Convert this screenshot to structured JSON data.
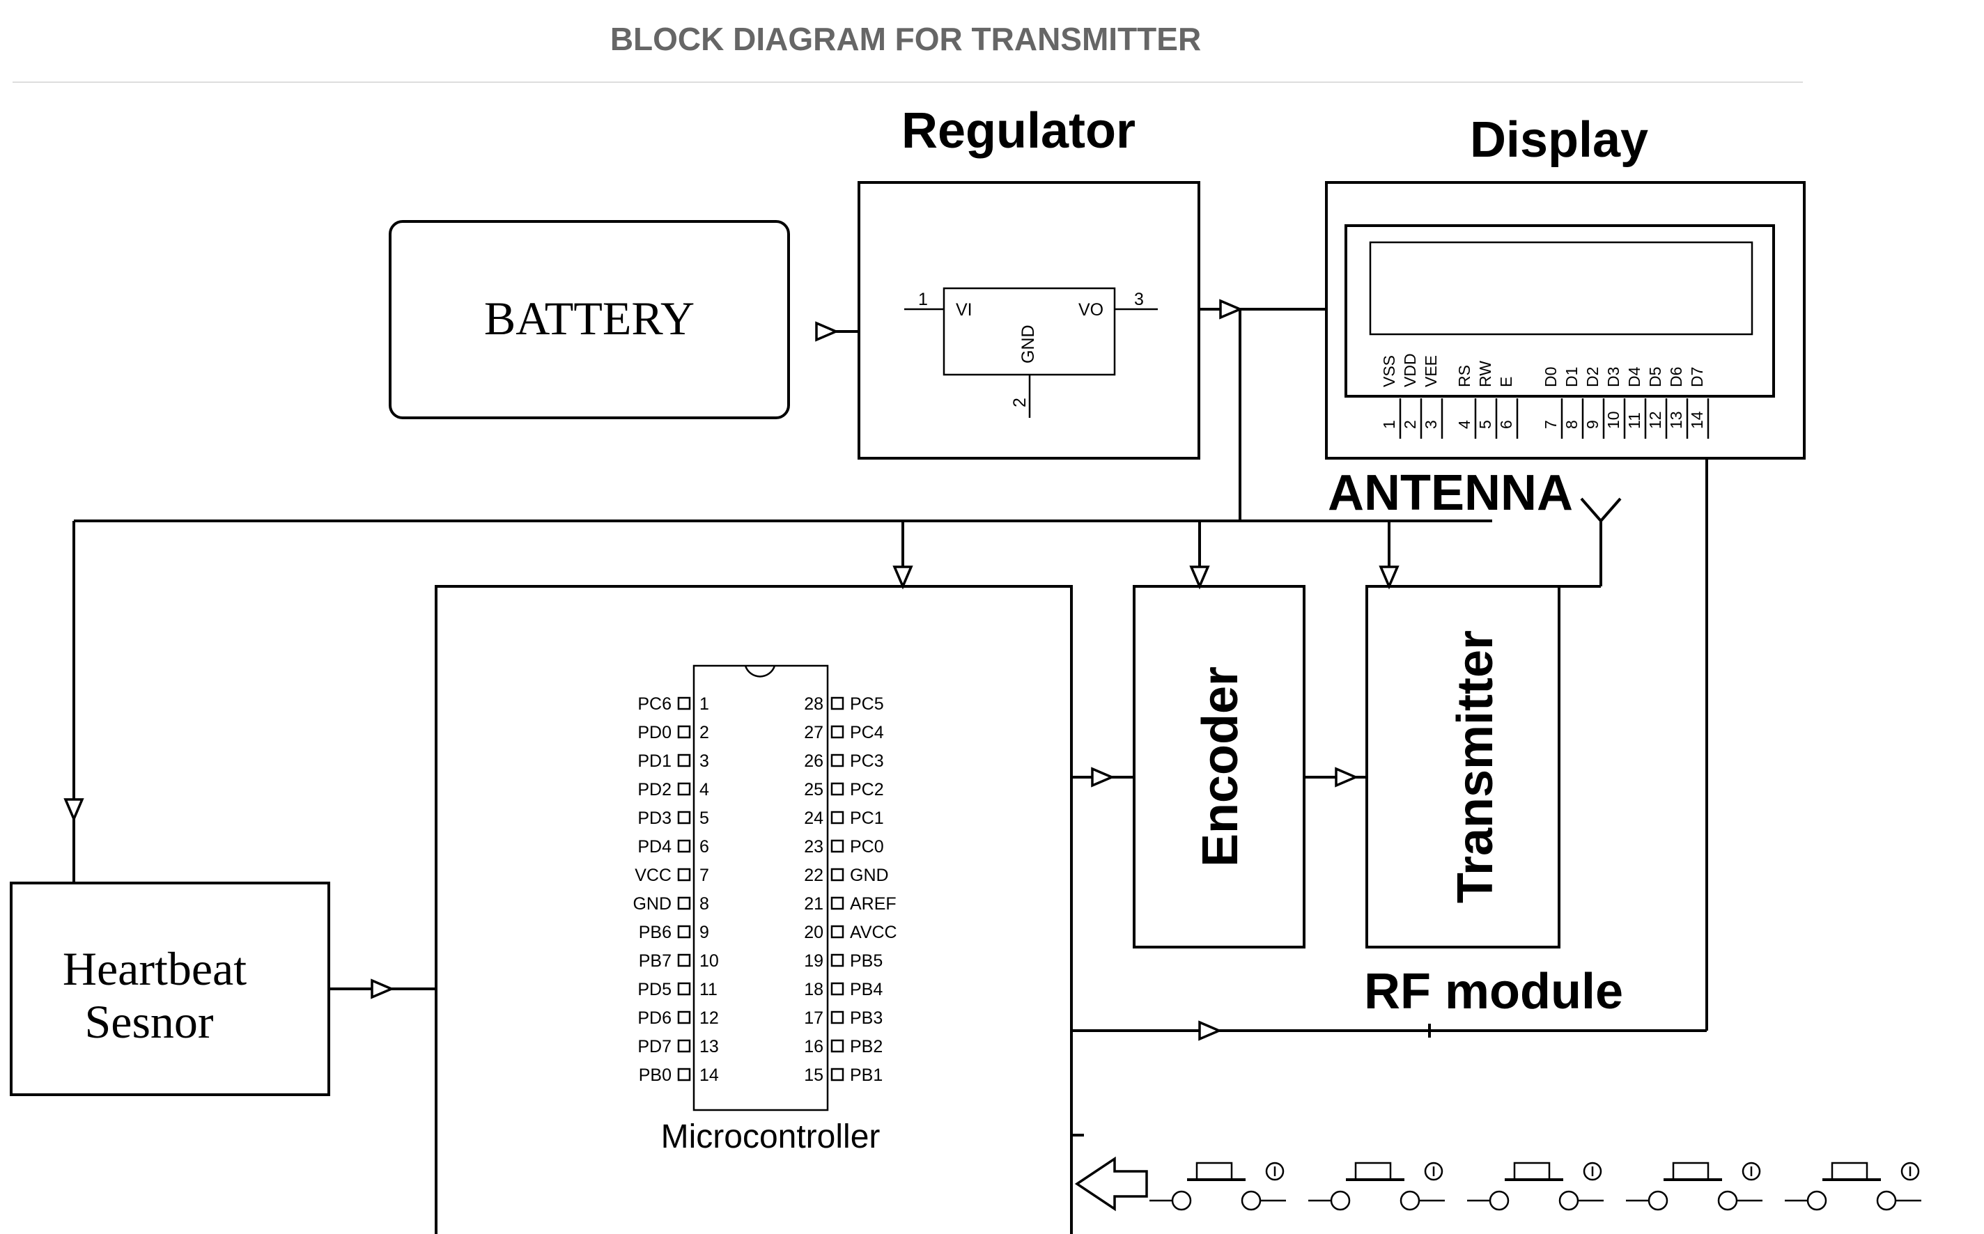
{
  "page_title": "BLOCK DIAGRAM FOR TRANSMITTER",
  "blocks": {
    "battery": "BATTERY",
    "regulator_title": "Regulator",
    "display_title": "Display",
    "antenna": "ANTENNA",
    "encoder": "Encoder",
    "transmitter": "Transmitter",
    "rf_module": "RF module",
    "heartbeat_line1": "Heartbeat",
    "heartbeat_line2": "Sesnor",
    "microcontroller": "Microcontroller"
  },
  "regulator": {
    "pin_in_num": "1",
    "pin_in": "VI",
    "pin_out": "VO",
    "pin_out_num": "3",
    "pin_gnd": "GND",
    "pin_gnd_num": "2"
  },
  "lcd": {
    "pin_names": [
      "VSS",
      "VDD",
      "VEE",
      "RS",
      "RW",
      "E",
      "D0",
      "D1",
      "D2",
      "D3",
      "D4",
      "D5",
      "D6",
      "D7"
    ],
    "pin_numbers": [
      "1",
      "2",
      "3",
      "4",
      "5",
      "6",
      "7",
      "8",
      "9",
      "10",
      "11",
      "12",
      "13",
      "14"
    ]
  },
  "mcu": {
    "left_pins": [
      {
        "name": "PC6",
        "num": "1"
      },
      {
        "name": "PD0",
        "num": "2"
      },
      {
        "name": "PD1",
        "num": "3"
      },
      {
        "name": "PD2",
        "num": "4"
      },
      {
        "name": "PD3",
        "num": "5"
      },
      {
        "name": "PD4",
        "num": "6"
      },
      {
        "name": "VCC",
        "num": "7"
      },
      {
        "name": "GND",
        "num": "8"
      },
      {
        "name": "PB6",
        "num": "9"
      },
      {
        "name": "PB7",
        "num": "10"
      },
      {
        "name": "PD5",
        "num": "11"
      },
      {
        "name": "PD6",
        "num": "12"
      },
      {
        "name": "PD7",
        "num": "13"
      },
      {
        "name": "PB0",
        "num": "14"
      }
    ],
    "right_pins": [
      {
        "name": "PC5",
        "num": "28"
      },
      {
        "name": "PC4",
        "num": "27"
      },
      {
        "name": "PC3",
        "num": "26"
      },
      {
        "name": "PC2",
        "num": "25"
      },
      {
        "name": "PC1",
        "num": "24"
      },
      {
        "name": "PC0",
        "num": "23"
      },
      {
        "name": "GND",
        "num": "22"
      },
      {
        "name": "AREF",
        "num": "21"
      },
      {
        "name": "AVCC",
        "num": "20"
      },
      {
        "name": "PB5",
        "num": "19"
      },
      {
        "name": "PB4",
        "num": "18"
      },
      {
        "name": "PB3",
        "num": "17"
      },
      {
        "name": "PB2",
        "num": "16"
      },
      {
        "name": "PB1",
        "num": "15"
      }
    ]
  },
  "push_buttons_count": 5,
  "colors": {
    "title": "#666666",
    "line": "#000000",
    "rule": "#dddddd",
    "background": "#ffffff"
  }
}
